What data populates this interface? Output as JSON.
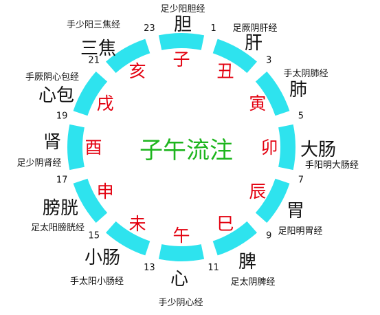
{
  "title": "子午流注",
  "colors": {
    "ring": "#2ee3ee",
    "branch": "#e3000f",
    "title": "#1db51d",
    "text": "#111111"
  },
  "branches": [
    {
      "key": "zi",
      "label": "子",
      "angle": 0
    },
    {
      "key": "chou",
      "label": "丑",
      "angle": 30
    },
    {
      "key": "yin",
      "label": "寅",
      "angle": 60
    },
    {
      "key": "mao",
      "label": "卯",
      "angle": 90
    },
    {
      "key": "chen",
      "label": "辰",
      "angle": 120
    },
    {
      "key": "si",
      "label": "巳",
      "angle": 150
    },
    {
      "key": "wu",
      "label": "午",
      "angle": 180
    },
    {
      "key": "wei",
      "label": "未",
      "angle": 210
    },
    {
      "key": "shen",
      "label": "申",
      "angle": 240
    },
    {
      "key": "you",
      "label": "酉",
      "angle": 270
    },
    {
      "key": "xu",
      "label": "戌",
      "angle": 300
    },
    {
      "key": "hai",
      "label": "亥",
      "angle": 330
    }
  ],
  "hours": [
    {
      "label": "1",
      "angle": 15
    },
    {
      "label": "3",
      "angle": 45
    },
    {
      "label": "5",
      "angle": 75
    },
    {
      "label": "7",
      "angle": 105
    },
    {
      "label": "9",
      "angle": 135
    },
    {
      "label": "11",
      "angle": 165
    },
    {
      "label": "13",
      "angle": 195
    },
    {
      "label": "15",
      "angle": 225
    },
    {
      "label": "17",
      "angle": 255
    },
    {
      "label": "19",
      "angle": 285
    },
    {
      "label": "21",
      "angle": 315
    },
    {
      "label": "23",
      "angle": 345
    }
  ],
  "organs": [
    {
      "key": "dan",
      "organ": "胆",
      "meridian": "足少阳胆经"
    },
    {
      "key": "gan",
      "organ": "肝",
      "meridian": "足厥阴肝经"
    },
    {
      "key": "fei",
      "organ": "肺",
      "meridian": "手太阴肺经"
    },
    {
      "key": "dachang",
      "organ": "大肠",
      "meridian": "手阳明大肠经"
    },
    {
      "key": "wei",
      "organ": "胃",
      "meridian": "足阳明胃经"
    },
    {
      "key": "pi",
      "organ": "脾",
      "meridian": "足太阴脾经"
    },
    {
      "key": "xin",
      "organ": "心",
      "meridian": "手少阴心经"
    },
    {
      "key": "xiaochang",
      "organ": "小肠",
      "meridian": "手太阳小肠经"
    },
    {
      "key": "pangguang",
      "organ": "膀胱",
      "meridian": "足太阳膀胱经"
    },
    {
      "key": "shen",
      "organ": "肾",
      "meridian": "足少阴肾经"
    },
    {
      "key": "xinbao",
      "organ": "心包",
      "meridian": "手厥阴心包经"
    },
    {
      "key": "sanjiao",
      "organ": "三焦",
      "meridian": "手少阳三焦经"
    }
  ]
}
